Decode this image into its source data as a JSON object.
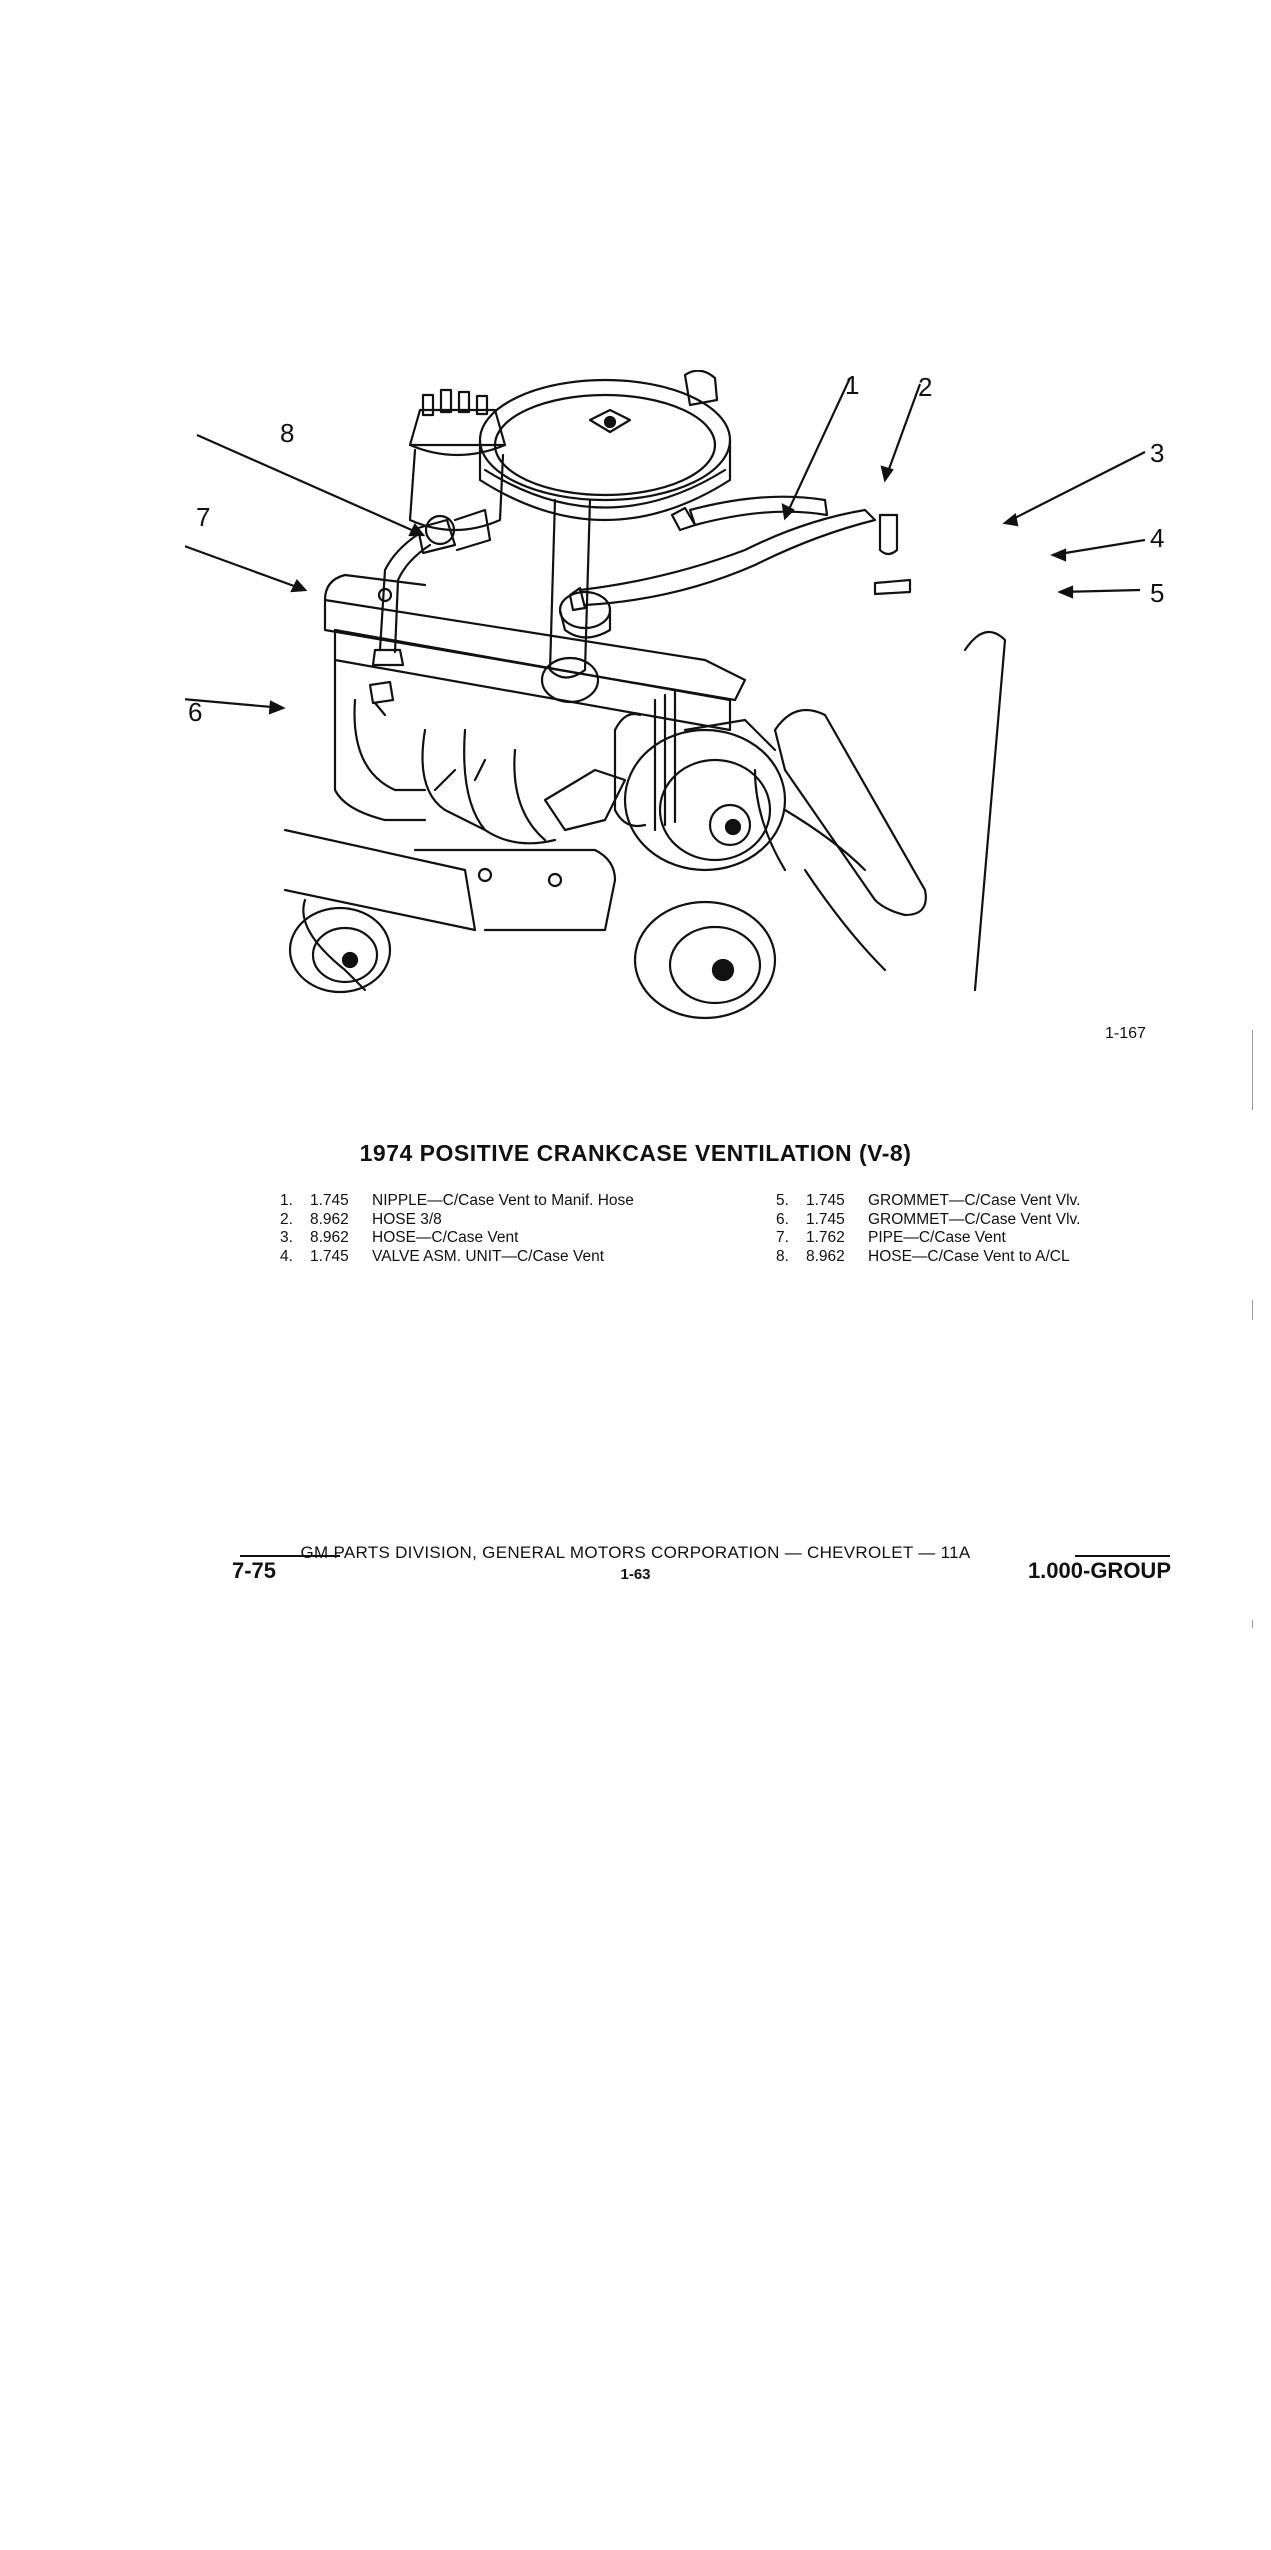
{
  "figure": {
    "number": "1-167",
    "callouts": [
      "1",
      "2",
      "3",
      "4",
      "5",
      "6",
      "7",
      "8"
    ]
  },
  "title": "1974 POSITIVE CRANKCASE VENTILATION (V-8)",
  "parts_left": [
    {
      "num": "1.",
      "code": "1.745",
      "desc": "NIPPLE—C/Case Vent to Manif. Hose"
    },
    {
      "num": "2.",
      "code": "8.962",
      "desc": "HOSE 3/8"
    },
    {
      "num": "3.",
      "code": "8.962",
      "desc": "HOSE—C/Case Vent"
    },
    {
      "num": "4.",
      "code": "1.745",
      "desc": "VALVE ASM. UNIT—C/Case Vent"
    }
  ],
  "parts_right": [
    {
      "num": "5.",
      "code": "1.745",
      "desc": "GROMMET—C/Case Vent Vlv."
    },
    {
      "num": "6.",
      "code": "1.745",
      "desc": "GROMMET—C/Case Vent Vlv."
    },
    {
      "num": "7.",
      "code": "1.762",
      "desc": "PIPE—C/Case Vent"
    },
    {
      "num": "8.",
      "code": "8.962",
      "desc": "HOSE—C/Case Vent to A/CL"
    }
  ],
  "footer": {
    "center": "GM PARTS DIVISION, GENERAL MOTORS CORPORATION — CHEVROLET — 11A",
    "page": "1-63",
    "date": "7-75",
    "group": "1.000-GROUP"
  }
}
